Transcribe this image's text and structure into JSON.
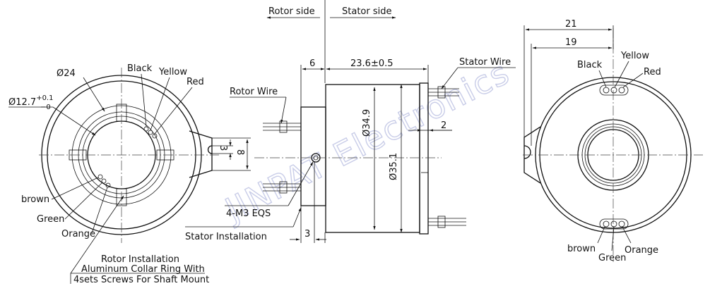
{
  "watermark": "JINPAT Electronics",
  "left_view": {
    "outer_dia": "Ø24",
    "inner_dia_base": "Ø12.7",
    "tol_plus": "+0.1",
    "tol_minus": "−0",
    "wires_top": [
      "Black",
      "Yellow",
      "Red"
    ],
    "wires_bottom": [
      "brown",
      "Green",
      "Orange"
    ],
    "slot_dim_inner": "3",
    "slot_dim_outer": "8",
    "rotor_note_1": "Rotor Installation",
    "rotor_note_2": "Aluminum Collar Ring With",
    "rotor_note_3": "4sets Screws For Shaft Mount"
  },
  "side_view": {
    "rotor_side": "Rotor side",
    "stator_side": "Stator side",
    "rotor_wire": "Rotor Wire",
    "stator_wire": "Stator Wire",
    "dim_flange": "6",
    "dim_length": "23.6±0.5",
    "dia_body": "Ø34.9",
    "dia_outer": "Ø35.1",
    "dim_lip": "2",
    "dim_offset": "3",
    "screws": "4-M3 EQS",
    "stator_install": "Stator Installation"
  },
  "right_view": {
    "dim_21": "21",
    "dim_19": "19",
    "wires_top": [
      "Black",
      "Yellow",
      "Red"
    ],
    "wires_bottom": [
      "brown",
      "Green",
      "Orange"
    ]
  }
}
